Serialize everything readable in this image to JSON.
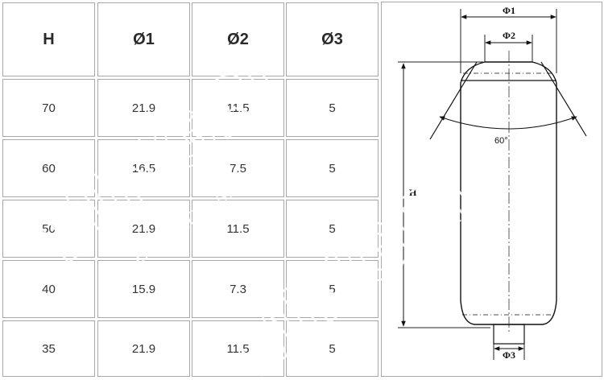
{
  "table": {
    "headers": [
      "H",
      "Ø1",
      "Ø2",
      "Ø3"
    ],
    "rows": [
      [
        "70",
        "21.9",
        "11.5",
        "5"
      ],
      [
        "60",
        "16.5",
        "7.5",
        "5"
      ],
      [
        "50",
        "21.9",
        "11.5",
        "5"
      ],
      [
        "40",
        "15.9",
        "7.3",
        "5"
      ],
      [
        "35",
        "21.9",
        "11.5",
        "5"
      ]
    ]
  },
  "drawing": {
    "phi1": "Φ1",
    "phi2": "Φ2",
    "phi3": "Φ3",
    "height": "H",
    "angle": "60°"
  },
  "watermark": {
    "brand": "MINGRI",
    "script": "Zhuzhou Mingri"
  }
}
